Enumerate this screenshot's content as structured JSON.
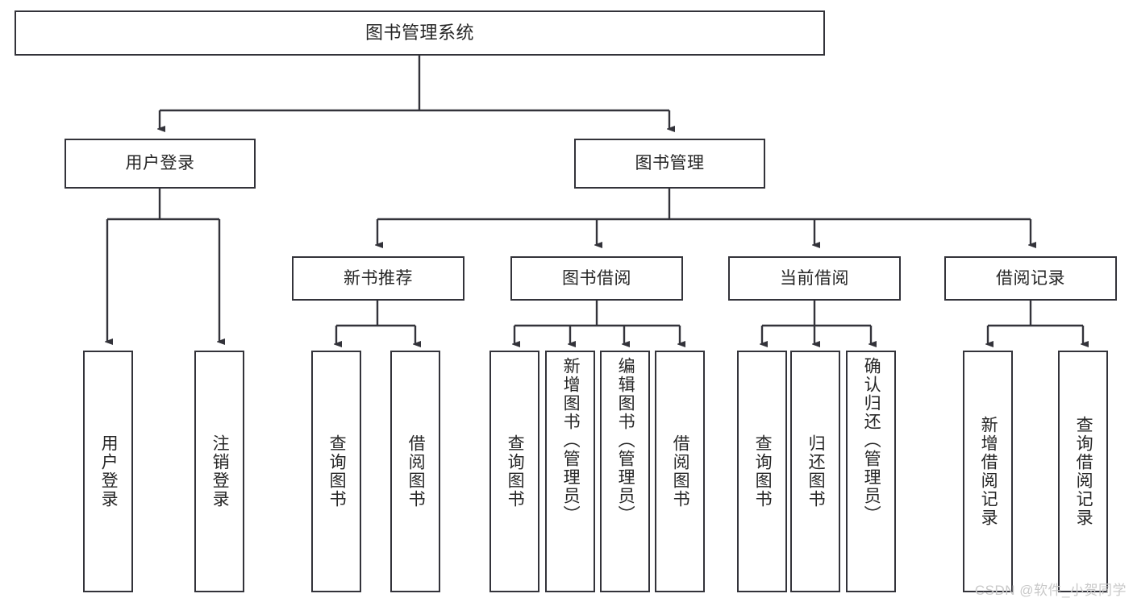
{
  "diagram": {
    "title": "图书管理系统",
    "type": "hierarchy-tree",
    "stroke_color": "#33333a",
    "fill_color": "#ffffff",
    "text_color": "#262626",
    "root": {
      "id": "root",
      "label": "图书管理系统"
    },
    "level2": [
      {
        "id": "user-login",
        "label": "用户登录"
      },
      {
        "id": "book-management",
        "label": "图书管理"
      }
    ],
    "level3": [
      {
        "id": "new-book-recommend",
        "label": "新书推荐",
        "parent": "book-management"
      },
      {
        "id": "book-borrow",
        "label": "图书借阅",
        "parent": "book-management"
      },
      {
        "id": "current-borrow",
        "label": "当前借阅",
        "parent": "book-management"
      },
      {
        "id": "borrow-record",
        "label": "借阅记录",
        "parent": "book-management"
      }
    ],
    "leaves": [
      {
        "id": "leaf-user-login",
        "label": "用户登录",
        "parent": "user-login"
      },
      {
        "id": "leaf-logout",
        "label": "注销登录",
        "parent": "user-login"
      },
      {
        "id": "leaf-query-book-1",
        "label": "查询图书",
        "parent": "new-book-recommend"
      },
      {
        "id": "leaf-borrow-book-1",
        "label": "借阅图书",
        "parent": "new-book-recommend"
      },
      {
        "id": "leaf-query-book-2",
        "label": "查询图书",
        "parent": "book-borrow"
      },
      {
        "id": "leaf-add-book",
        "label": "新增图书（管理员）",
        "parent": "book-borrow"
      },
      {
        "id": "leaf-edit-book",
        "label": "编辑图书（管理员）",
        "parent": "book-borrow"
      },
      {
        "id": "leaf-borrow-book-2",
        "label": "借阅图书",
        "parent": "book-borrow"
      },
      {
        "id": "leaf-query-book-3",
        "label": "查询图书",
        "parent": "current-borrow"
      },
      {
        "id": "leaf-return-book",
        "label": "归还图书",
        "parent": "current-borrow"
      },
      {
        "id": "leaf-confirm-return",
        "label": "确认归还（管理员）",
        "parent": "current-borrow"
      },
      {
        "id": "leaf-add-record",
        "label": "新增借阅记录",
        "parent": "borrow-record"
      },
      {
        "id": "leaf-query-record",
        "label": "查询借阅记录",
        "parent": "borrow-record"
      }
    ]
  },
  "watermark": {
    "text": "CSDN @软件_小贺同学"
  }
}
